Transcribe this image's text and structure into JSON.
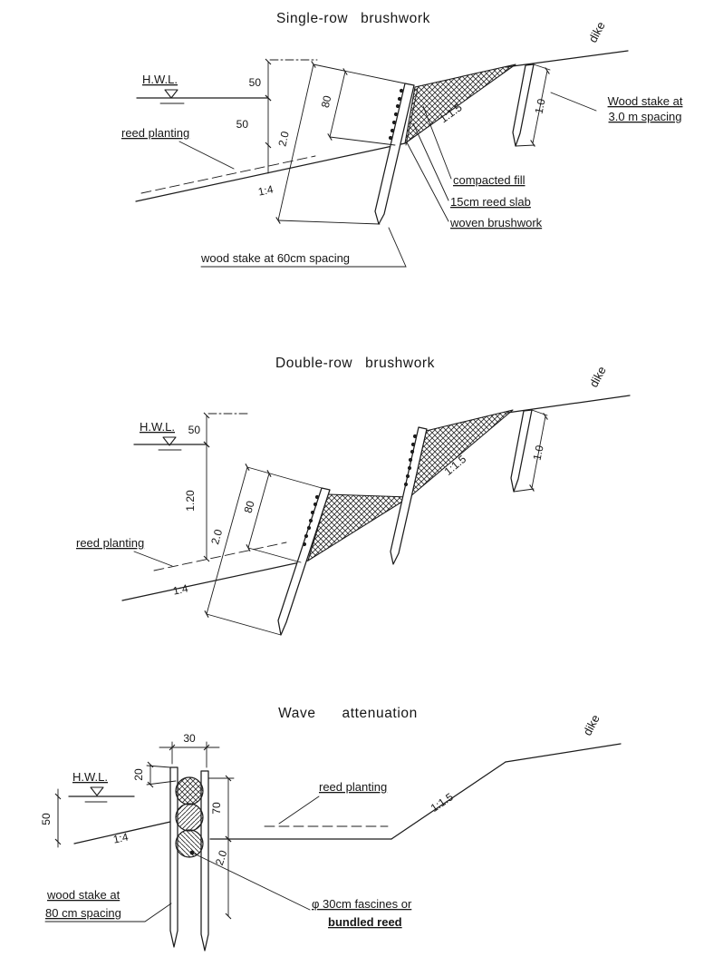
{
  "palette": {
    "paper": "#ffffff",
    "ink": "#1c1c1c"
  },
  "sections": {
    "single": {
      "title": "Single-row brushwork",
      "dike": "dike",
      "hwl": "H.W.L.",
      "dim_50_upper": "50",
      "dim_50_lower": "50",
      "dim_80": "80",
      "dim_2_0": "2.0",
      "dim_1_0": "1.0",
      "slope_ratio_steep": "1:1.5",
      "slope_ratio_flat": "1:4",
      "reed_planting": "reed planting",
      "compacted_fill": "compacted fill",
      "reed_slab": "15cm reed slab",
      "woven_brushwork": "woven brushwork",
      "stake_spacing_note": "wood stake at 60cm spacing",
      "dike_stake_note_line1": "Wood stake at",
      "dike_stake_note_line2": "3.0 m spacing"
    },
    "double": {
      "title": "Double-row brushwork",
      "dike": "dike",
      "hwl": "H.W.L.",
      "dim_50": "50",
      "dim_1_20": "1.20",
      "dim_80": "80",
      "dim_2_0": "2.0",
      "dim_1_0": "1.0",
      "slope_ratio_steep": "1:1.5",
      "slope_ratio_flat": "1:4",
      "reed_planting": "reed planting"
    },
    "wave": {
      "title": "Wave attenuation",
      "dike": "dike",
      "hwl": "H.W.L.",
      "dim_30": "30",
      "dim_20": "20",
      "dim_50": "50",
      "dim_70": "70",
      "dim_2_0": "2.0",
      "slope_ratio_flat": "1:4",
      "slope_ratio_steep": "1:1.5",
      "reed_planting": "reed planting",
      "stake_spacing_note_line1": "wood stake at",
      "stake_spacing_note_line2": "80 cm spacing",
      "fascine_note_line1": "φ 30cm fascines or",
      "fascine_note_line2": "bundled reed"
    }
  }
}
